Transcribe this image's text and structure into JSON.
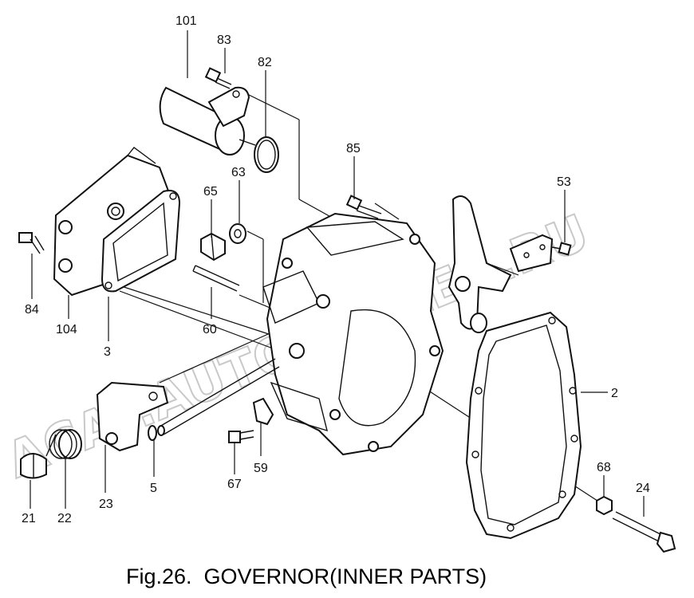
{
  "figure": {
    "caption": "Fig.26.  GOVERNOR(INNER PARTS)",
    "watermark": "ACAT.AUTODEALER.RU",
    "parts": [
      {
        "id": "p101",
        "label": "101"
      },
      {
        "id": "p83",
        "label": "83"
      },
      {
        "id": "p82",
        "label": "82"
      },
      {
        "id": "p85",
        "label": "85"
      },
      {
        "id": "p63",
        "label": "63"
      },
      {
        "id": "p65",
        "label": "65"
      },
      {
        "id": "p53",
        "label": "53"
      },
      {
        "id": "p84",
        "label": "84"
      },
      {
        "id": "p104",
        "label": "104"
      },
      {
        "id": "p60",
        "label": "60"
      },
      {
        "id": "p3",
        "label": "3"
      },
      {
        "id": "p2",
        "label": "2"
      },
      {
        "id": "p59",
        "label": "59"
      },
      {
        "id": "p67",
        "label": "67"
      },
      {
        "id": "p68",
        "label": "68"
      },
      {
        "id": "p24",
        "label": "24"
      },
      {
        "id": "p21",
        "label": "21"
      },
      {
        "id": "p22",
        "label": "22"
      },
      {
        "id": "p23",
        "label": "23"
      },
      {
        "id": "p5",
        "label": "5"
      }
    ]
  },
  "colors": {
    "ink": "#111111",
    "watermark": "#c9c9c9",
    "background": "#ffffff"
  }
}
